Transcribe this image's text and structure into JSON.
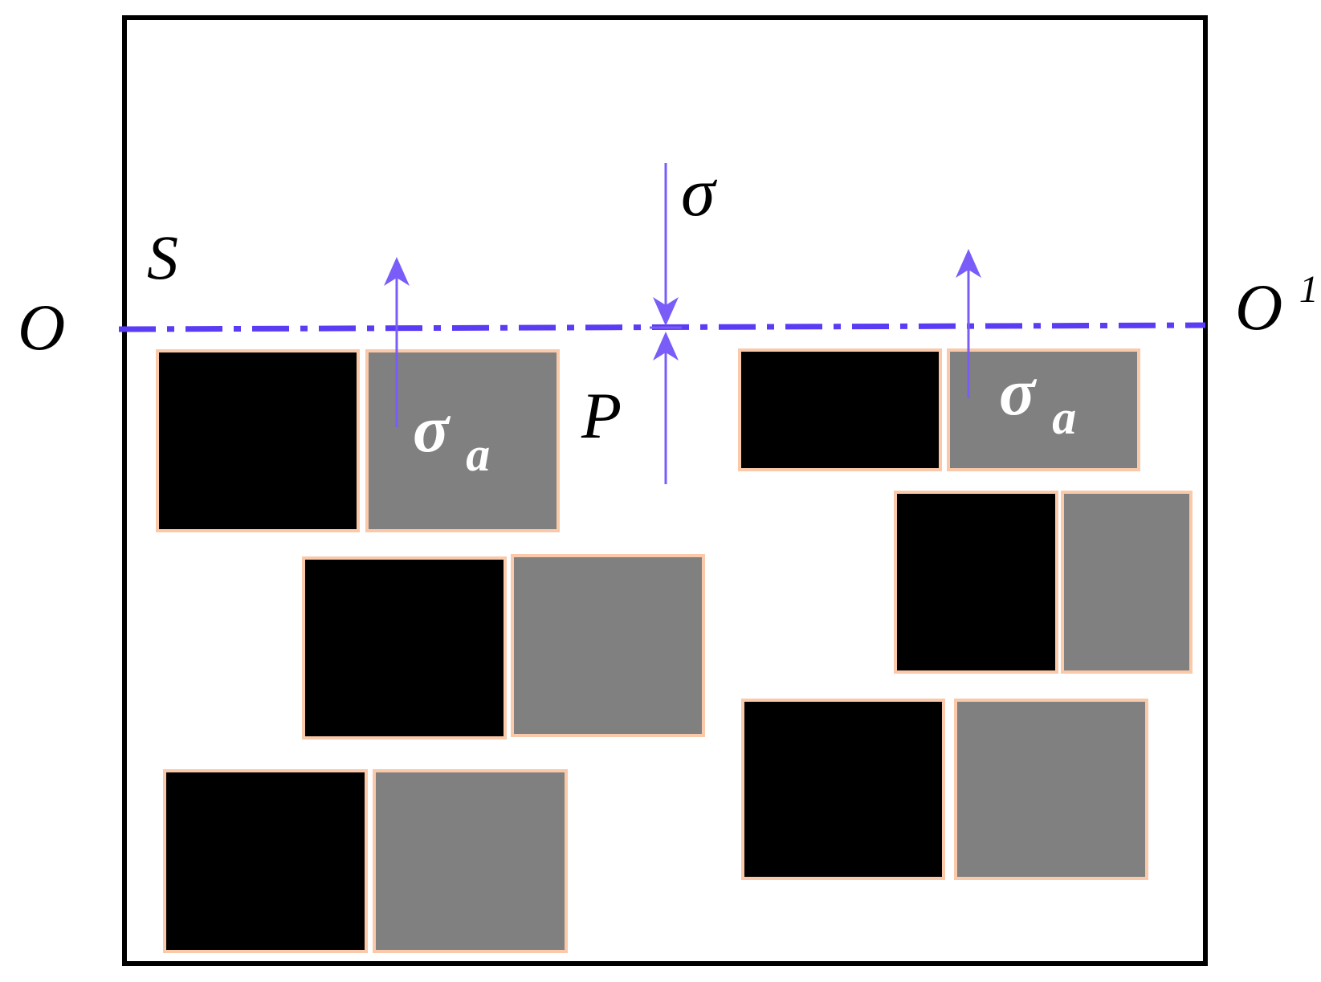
{
  "labels": {
    "origin_left": "O",
    "origin_right_base": "O",
    "origin_right_sup": "1",
    "surface": "S",
    "sigma": "σ",
    "pressure": "P",
    "sigma_a_base": "σ",
    "sigma_a_sub": "a"
  },
  "colors": {
    "frame": "#000000",
    "dash_line": "#5b3cf5",
    "arrow": "#7a5cf8",
    "block_dark": "#000000",
    "block_gray": "#808080",
    "block_border": "#f9c9a9",
    "annotation_text": "#000000",
    "inset_text": "#ffffff"
  }
}
